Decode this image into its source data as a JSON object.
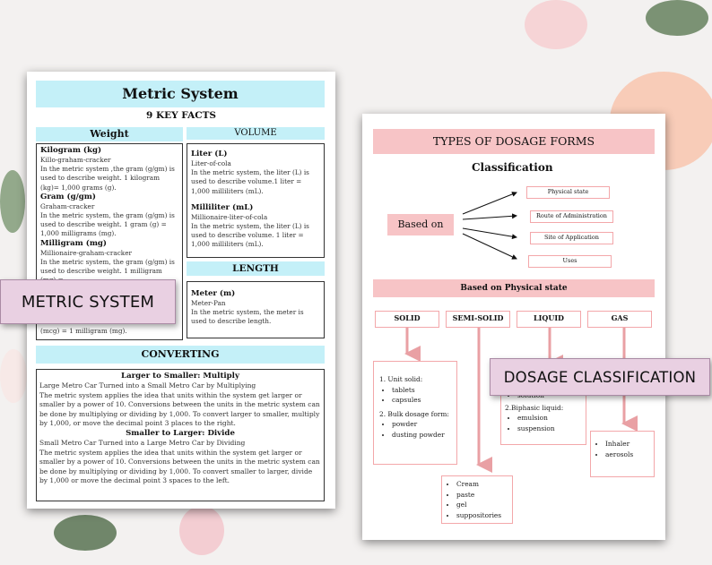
{
  "metric": {
    "title": "Metric System",
    "subtitle": "9 KEY FACTS",
    "weight": {
      "header": "Weight",
      "kg_title": "Kilogram (kg)",
      "kg_mnemonic": "Killo-graham-cracker",
      "kg_text": "In the metric system ,the gram (g/gm) is used to describe weight. 1 kilogram (kg)= 1,000 grams (g).",
      "g_title": "Gram (g/gm)",
      "g_mnemonic": "Graham-cracker",
      "g_text": "In the metric system, the gram (g/gm) is used to describe weight. 1 gram (g) = 1,000 milligrams (mg).",
      "mg_title": "Milligram (mg)",
      "mg_mnemonic": "Millionaire-graham-cracker",
      "mg_text": "In the metric system, the gram (g/gm) is used to describe weight. 1 milligram (mg) =",
      "mcg_text": "(mcg) = 1 milligram (mg)."
    },
    "volume": {
      "header": "VOLUME",
      "l_title": "Liter (L)",
      "l_mnemonic": "Liter-of-cola",
      "l_text": "In the metric system, the liter (L) is used to describe volume.1 liter = 1,000 milliliters (mL).",
      "ml_title": "Milliliter (mL)",
      "ml_mnemonic": "Millionaire-liter-of-cola",
      "ml_text": "In the metric system, the liter (L) is used to describe volume. 1 liter = 1,000 milliliters (mL)."
    },
    "length": {
      "header": "LENGTH",
      "m_title": "Meter (m)",
      "m_mnemonic": "Meter-Pan",
      "m_text": "In the metric system, the meter is used to describe length."
    },
    "converting": {
      "header": "CONVERTING",
      "multiply_title": "Larger to Smaller: Multiply",
      "multiply_line": "Large Metro Car Turned into a Small Metro Car by Multiplying",
      "multiply_text": "The metric system applies the idea that units within the system get larger or smaller by a power of 10. Conversions between the units in the metric system can be done by multiplying or dividing by 1,000. To convert larger to smaller, multiply by 1,000, or move the decimal point 3 places to the right.",
      "divide_title": "Smaller to Larger: Divide",
      "divide_line": "Small Metro Car Turned into a Large Metro Car by Dividing",
      "divide_text": "The metric system applies the idea that units within the system get larger or smaller by a power of 10. Conversions between the units in the metric system can be done by multiplying or dividing by 1,000. To convert smaller to larger, divide by 1,000 or move the decimal point 3 spaces to the left."
    }
  },
  "dosage": {
    "title": "TYPES OF DOSAGE FORMS",
    "classification": "Classification",
    "based_on": "Based on",
    "criteria": [
      "Physical state",
      "Route of Administration",
      "Site of Application",
      "Uses"
    ],
    "physical_header": "Based on Physical state",
    "categories": [
      "SOLID",
      "SEMI-SOLID",
      "LIQUID",
      "GAS"
    ],
    "solid": {
      "item1": "1. Unit solid:",
      "unit_list": [
        "tablets",
        "capsules"
      ],
      "item2": "2. Bulk dosage form:",
      "bulk_list": [
        "powder",
        "dusting powder"
      ]
    },
    "semisolid_list": [
      "Cream",
      "paste",
      "gel",
      "suppositories"
    ],
    "liquid": {
      "solution": "solution",
      "item2": "2.Biphasic liquid:",
      "biphasic_list": [
        "emulsion",
        "suspension"
      ]
    },
    "gas_list": [
      "Inhaler",
      "aerosols"
    ]
  },
  "labels": {
    "metric": "METRIC SYSTEM",
    "dosage": "DOSAGE CLASSIFICATION"
  },
  "colors": {
    "cyan": "#c4f0f8",
    "pink": "#f7c4c6",
    "arrow": "#e9a0a4",
    "label_bg": "#e9d0e2"
  }
}
